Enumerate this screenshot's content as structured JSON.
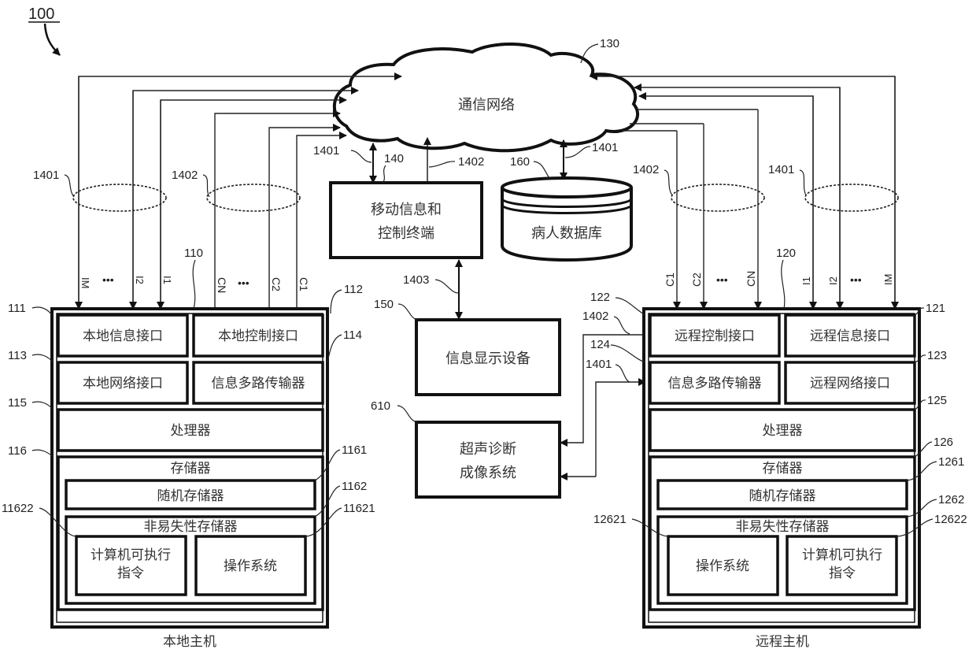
{
  "figure": {
    "ref": "100",
    "network": {
      "ref": "130",
      "label": "通信网络"
    },
    "mobile_terminal": {
      "ref": "140",
      "label_line1": "移动信息和",
      "label_line2": "控制终端"
    },
    "patient_db": {
      "ref": "160",
      "label": "病人数据库"
    },
    "display": {
      "ref": "150",
      "label": "信息显示设备"
    },
    "ultrasound": {
      "ref": "610",
      "label_line1": "超声诊断",
      "label_line2": "成像系统"
    },
    "links": {
      "info": "1401",
      "control": "1402",
      "display_link": "1403"
    },
    "local_host": {
      "ref": "110",
      "caption": "本地主机",
      "info_interface": {
        "ref": "111",
        "label": "本地信息接口"
      },
      "control_interface": {
        "ref": "112",
        "label": "本地控制接口"
      },
      "network_interface": {
        "ref": "113",
        "label": "本地网络接口"
      },
      "multiplexer": {
        "ref": "114",
        "label": "信息多路传输器"
      },
      "processor": {
        "ref": "115",
        "label": "处理器"
      },
      "memory": {
        "ref": "116",
        "label": "存储器"
      },
      "ram": {
        "ref": "1161",
        "label": "随机存储器"
      },
      "nvm": {
        "ref": "1162",
        "label": "非易失性存储器"
      },
      "instructions": {
        "ref": "11622",
        "label_line1": "计算机可执行",
        "label_line2": "指令"
      },
      "os": {
        "ref": "11621",
        "label": "操作系统"
      },
      "signals_info": [
        "IM",
        "I2",
        "I1"
      ],
      "signals_control": [
        "CN",
        "C2",
        "C1"
      ],
      "ellipsis": "•••"
    },
    "remote_host": {
      "ref": "120",
      "caption": "远程主机",
      "info_interface": {
        "ref": "121",
        "label": "远程信息接口"
      },
      "control_interface": {
        "ref": "122",
        "label": "远程控制接口"
      },
      "network_interface": {
        "ref": "123",
        "label": "远程网络接口"
      },
      "multiplexer": {
        "ref": "124",
        "label": "信息多路传输器"
      },
      "processor": {
        "ref": "125",
        "label": "处理器"
      },
      "memory": {
        "ref": "126",
        "label": "存储器"
      },
      "ram": {
        "ref": "1261",
        "label": "随机存储器"
      },
      "nvm": {
        "ref": "1262",
        "label": "非易失性存储器"
      },
      "os": {
        "ref": "12621",
        "label": "操作系统"
      },
      "instructions": {
        "ref": "12622",
        "label_line1": "计算机可执行",
        "label_line2": "指令"
      },
      "signals_control": [
        "C1",
        "C2",
        "CN"
      ],
      "signals_info": [
        "I1",
        "I2",
        "IM"
      ],
      "ellipsis": "•••"
    }
  }
}
